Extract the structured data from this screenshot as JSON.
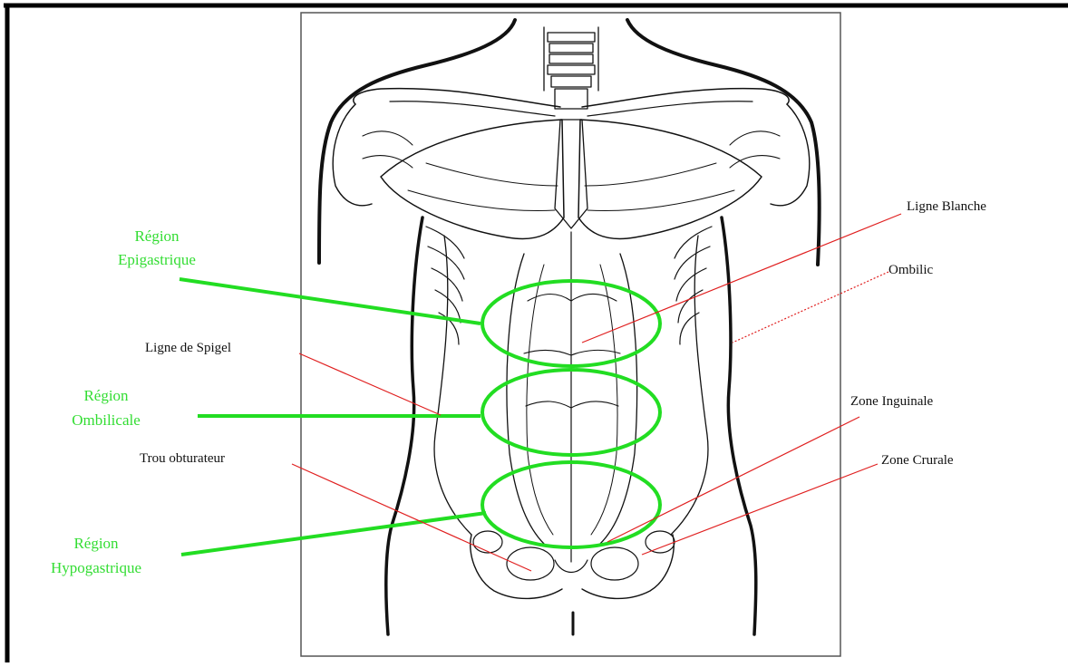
{
  "colors": {
    "region_label": "#33dd33",
    "region_line": "#22dd22",
    "pointer_line": "#e02020",
    "anatomy_line": "#111111",
    "frame": "#000000"
  },
  "labels": {
    "region_epigastric": [
      "Région",
      "Epigastrique"
    ],
    "region_umbilical": [
      "Région",
      "Ombilicale"
    ],
    "region_hypogastric": [
      "Région",
      "Hypogastrique"
    ],
    "linea_alba": "Ligne Blanche",
    "umbilicus": "Ombilic",
    "spigelian_line": "Ligne de Spigel",
    "inguinal_zone": "Zone Inguinale",
    "crural_zone": "Zone Crurale",
    "obturator_foramen": "Trou obturateur"
  }
}
